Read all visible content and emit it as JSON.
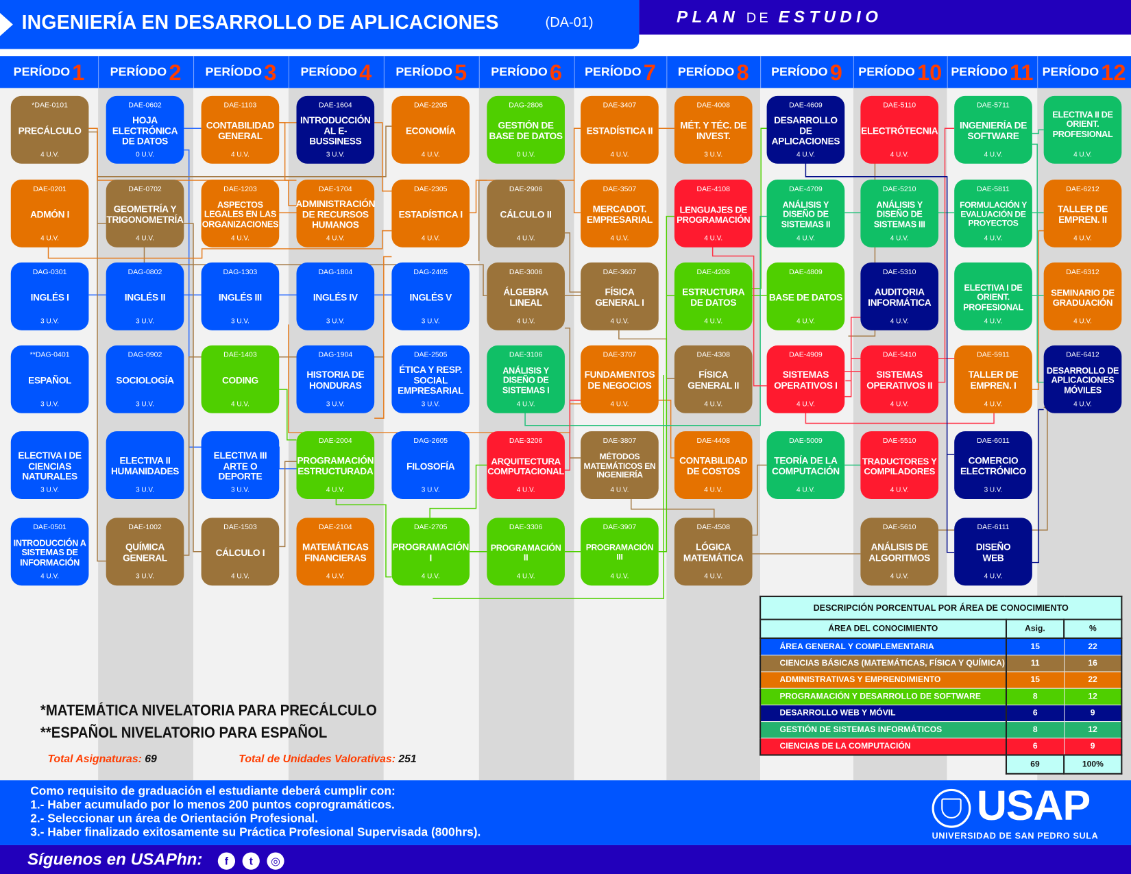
{
  "header": {
    "title": "INGENIERÍA EN DESARROLLO DE APLICACIONES",
    "code": "(DA-01)",
    "plan_word1": "PLAN",
    "plan_word2": "DE",
    "plan_word3": "ESTUDIO"
  },
  "colors": {
    "primary_blue": "#0055ff",
    "indigo": "#2200bb",
    "period_number": "#ff3d00",
    "general": "#0055ff",
    "basic_sciences": "#9b733a",
    "admin": "#e57200",
    "programming": "#4fcf00",
    "web_mobile": "#000b8a",
    "systems_mgmt": "#10bf66",
    "computer_science": "#ff1a2f"
  },
  "periods": [
    {
      "label": "PERÍODO",
      "number": "1"
    },
    {
      "label": "PERÍODO",
      "number": "2"
    },
    {
      "label": "PERÍODO",
      "number": "3"
    },
    {
      "label": "PERÍODO",
      "number": "4"
    },
    {
      "label": "PERÍODO",
      "number": "5"
    },
    {
      "label": "PERÍODO",
      "number": "6"
    },
    {
      "label": "PERÍODO",
      "number": "7"
    },
    {
      "label": "PERÍODO",
      "number": "8"
    },
    {
      "label": "PERÍODO",
      "number": "9"
    },
    {
      "label": "PERÍODO",
      "number": "10"
    },
    {
      "label": "PERÍODO",
      "number": "11"
    },
    {
      "label": "PERÍODO",
      "number": "12"
    }
  ],
  "courses": {
    "p1": [
      {
        "code": "*DAE-0101",
        "name": "PRECÁLCULO",
        "uv": "4 U.V."
      },
      {
        "code": "DAE-0201",
        "name": "ADMÓN I",
        "uv": "4 U.V."
      },
      {
        "code": "DAG-0301",
        "name": "INGLÉS I",
        "uv": "3 U.V."
      },
      {
        "code": "**DAG-0401",
        "name": "ESPAÑOL",
        "uv": "3 U.V."
      },
      {
        "code": "",
        "name": "ELECTIVA I DE CIENCIAS NATURALES",
        "uv": "3 U.V."
      },
      {
        "code": "DAE-0501",
        "name": "INTRODUCCIÓN A SISTEMAS DE INFORMACIÓN",
        "uv": "4 U.V."
      }
    ],
    "p2": [
      {
        "code": "DAE-0602",
        "name": "HOJA ELECTRÓNICA DE DATOS",
        "uv": "0 U.V."
      },
      {
        "code": "DAE-0702",
        "name": "GEOMETRÍA Y TRIGONOMETRÍA",
        "uv": "4 U.V."
      },
      {
        "code": "DAG-0802",
        "name": "INGLÉS II",
        "uv": "3 U.V."
      },
      {
        "code": "DAG-0902",
        "name": "SOCIOLOGÍA",
        "uv": "3 U.V."
      },
      {
        "code": "",
        "name": "ELECTIVA II HUMANIDADES",
        "uv": "3 U.V."
      },
      {
        "code": "DAE-1002",
        "name": "QUÍMICA GENERAL",
        "uv": "3 U.V."
      }
    ],
    "p3": [
      {
        "code": "DAE-1103",
        "name": "CONTABILIDAD GENERAL",
        "uv": "4 U.V."
      },
      {
        "code": "DAE-1203",
        "name": "ASPECTOS LEGALES EN LAS ORGANIZACIONES",
        "uv": "4 U.V."
      },
      {
        "code": "DAG-1303",
        "name": "INGLÉS III",
        "uv": "3 U.V."
      },
      {
        "code": "DAE-1403",
        "name": "CODING",
        "uv": "4 U.V."
      },
      {
        "code": "",
        "name": "ELECTIVA III ARTE O DEPORTE",
        "uv": "3 U.V."
      },
      {
        "code": "DAE-1503",
        "name": "CÁLCULO I",
        "uv": "4 U.V."
      }
    ],
    "p4": [
      {
        "code": "DAE-1604",
        "name": "INTRODUCCIÓN AL E-BUSSINESS",
        "uv": "3 U.V."
      },
      {
        "code": "DAE-1704",
        "name": "ADMINISTRACIÓN DE RECURSOS HUMANOS",
        "uv": "4 U.V."
      },
      {
        "code": "DAG-1804",
        "name": "INGLÉS IV",
        "uv": "3 U.V."
      },
      {
        "code": "DAG-1904",
        "name": "HISTORIA DE HONDURAS",
        "uv": "3 U.V."
      },
      {
        "code": "DAE-2004",
        "name": "PROGRAMACIÓN ESTRUCTURADA",
        "uv": "4 U.V."
      },
      {
        "code": "DAE-2104",
        "name": "MATEMÁTICAS FINANCIERAS",
        "uv": "4 U.V."
      }
    ],
    "p5": [
      {
        "code": "DAE-2205",
        "name": "ECONOMÍA",
        "uv": "4 U.V."
      },
      {
        "code": "DAE-2305",
        "name": "ESTADÍSTICA I",
        "uv": "4 U.V."
      },
      {
        "code": "DAG-2405",
        "name": "INGLÉS V",
        "uv": "3 U.V."
      },
      {
        "code": "DAE-2505",
        "name": "ÉTICA Y RESP. SOCIAL EMPRESARIAL",
        "uv": "3 U.V."
      },
      {
        "code": "DAG-2605",
        "name": "FILOSOFÍA",
        "uv": "3 U.V."
      },
      {
        "code": "DAE-2705",
        "name": "PROGRAMACIÓN I",
        "uv": "4 U.V."
      }
    ],
    "p6": [
      {
        "code": "DAG-2806",
        "name": "GESTIÓN DE BASE DE DATOS",
        "uv": "0 U.V."
      },
      {
        "code": "DAE-2906",
        "name": "CÁLCULO II",
        "uv": "4 U.V."
      },
      {
        "code": "DAE-3006",
        "name": "ÁLGEBRA LINEAL",
        "uv": "4 U.V."
      },
      {
        "code": "DAE-3106",
        "name": "ANÁLISIS Y DISEÑO DE SISTEMAS I",
        "uv": "4 U.V."
      },
      {
        "code": "DAE-3206",
        "name": "ARQUITECTURA COMPUTACIONAL",
        "uv": "4 U.V."
      },
      {
        "code": "DAE-3306",
        "name": "PROGRAMACIÓN II",
        "uv": "4 U.V."
      }
    ],
    "p7": [
      {
        "code": "DAE-3407",
        "name": "ESTADÍSTICA II",
        "uv": "4 U.V."
      },
      {
        "code": "DAE-3507",
        "name": "MERCADOT. EMPRESARIAL",
        "uv": "4 U.V."
      },
      {
        "code": "DAE-3607",
        "name": "FÍSICA GENERAL I",
        "uv": "4 U.V."
      },
      {
        "code": "DAE-3707",
        "name": "FUNDAMENTOS DE NEGOCIOS",
        "uv": "4 U.V."
      },
      {
        "code": "DAE-3807",
        "name": "MÉTODOS MATEMÁTICOS EN INGENIERÍA",
        "uv": "4 U.V."
      },
      {
        "code": "DAE-3907",
        "name": "PROGRAMACIÓN III",
        "uv": "4 U.V."
      }
    ],
    "p8": [
      {
        "code": "DAE-4008",
        "name": "MÉT. Y TÉC. DE INVEST.",
        "uv": "3 U.V."
      },
      {
        "code": "DAE-4108",
        "name": "LENGUAJES DE PROGRAMACIÓN",
        "uv": "4 U.V."
      },
      {
        "code": "DAE-4208",
        "name": "ESTRUCTURA DE DATOS",
        "uv": "4 U.V."
      },
      {
        "code": "DAE-4308",
        "name": "FÍSICA GENERAL II",
        "uv": "4 U.V."
      },
      {
        "code": "DAE-4408",
        "name": "CONTABILIDAD DE COSTOS",
        "uv": "4 U.V."
      },
      {
        "code": "DAE-4508",
        "name": "LÓGICA MATEMÁTICA",
        "uv": "4 U.V."
      }
    ],
    "p9": [
      {
        "code": "DAE-4609",
        "name": "DESARROLLO DE APLICACIONES",
        "uv": "4 U.V."
      },
      {
        "code": "DAE-4709",
        "name": "ANÁLISIS Y DISEÑO DE SISTEMAS II",
        "uv": "4 U.V."
      },
      {
        "code": "DAE-4809",
        "name": "BASE DE DATOS",
        "uv": "4 U.V."
      },
      {
        "code": "DAE-4909",
        "name": "SISTEMAS OPERATIVOS I",
        "uv": "4 U.V."
      },
      {
        "code": "DAE-5009",
        "name": "TEORÍA DE LA COMPUTACIÓN",
        "uv": "4 U.V."
      }
    ],
    "p10": [
      {
        "code": "DAE-5110",
        "name": "ELECTRÓTECNIA",
        "uv": "4 U.V."
      },
      {
        "code": "DAE-5210",
        "name": "ANÁLISIS Y DISEÑO DE SISTEMAS III",
        "uv": "4 U.V."
      },
      {
        "code": "DAE-5310",
        "name": "AUDITORIA INFORMÁTICA",
        "uv": "4 U.V."
      },
      {
        "code": "DAE-5410",
        "name": "SISTEMAS OPERATIVOS II",
        "uv": "4 U.V."
      },
      {
        "code": "DAE-5510",
        "name": "TRADUCTORES Y COMPILADORES",
        "uv": "4 U.V."
      },
      {
        "code": "DAE-5610",
        "name": "ANÁLISIS DE ALGORITMOS",
        "uv": "4 U.V."
      }
    ],
    "p11": [
      {
        "code": "DAE-5711",
        "name": "INGENIERÍA DE SOFTWARE",
        "uv": "4 U.V."
      },
      {
        "code": "DAE-5811",
        "name": "FORMULACIÓN Y EVALUACIÓN DE PROYECTOS",
        "uv": "4 U.V."
      },
      {
        "code": "",
        "name": "ELECTIVA I DE ORIENT. PROFESIONAL",
        "uv": "4 U.V."
      },
      {
        "code": "DAE-5911",
        "name": "TALLER DE EMPREN. I",
        "uv": "4 U.V."
      },
      {
        "code": "DAE-6011",
        "name": "COMERCIO ELECTRÓNICO",
        "uv": "3 U.V."
      },
      {
        "code": "DAE-6111",
        "name": "DISEÑO WEB",
        "uv": "4 U.V."
      }
    ],
    "p12": [
      {
        "code": "",
        "name": "ELECTIVA II DE ORIENT. PROFESIONAL",
        "uv": "4 U.V."
      },
      {
        "code": "DAE-6212",
        "name": "TALLER DE EMPREN. II",
        "uv": "4 U.V."
      },
      {
        "code": "DAE-6312",
        "name": "SEMINARIO DE GRADUACIÓN",
        "uv": "4 U.V."
      },
      {
        "code": "DAE-6412",
        "name": "DESARROLLO DE APLICACIONES MÓVILES",
        "uv": "4 U.V."
      }
    ]
  },
  "notes": {
    "note1": "*MATEMÁTICA NIVELATORIA PARA PRECÁLCULO",
    "note2": "**ESPAÑOL NIVELATORIO PARA ESPAÑOL"
  },
  "totals": {
    "subjects_label": "Total Asignaturas:",
    "subjects_value": "69",
    "uv_label": "Total de Unidades Valorativas:",
    "uv_value": "251"
  },
  "area_table": {
    "title": "DESCRIPCIÓN PORCENTUAL POR ÁREA DE CONOCIMIENTO",
    "headers": [
      "ÁREA DEL CONOCIMIENTO",
      "Asig.",
      "%"
    ],
    "rows": [
      {
        "area": "ÁREA GENERAL Y COMPLEMENTARIA",
        "asig": "15",
        "pct": "22",
        "color": "#0055ff"
      },
      {
        "area": "CIENCIAS BÁSICAS (MATEMÁTICAS, FÍSICA Y QUÍMICA)",
        "asig": "11",
        "pct": "16",
        "color": "#9b733a"
      },
      {
        "area": "ADMINISTRATIVAS Y EMPRENDIMIENTO",
        "asig": "15",
        "pct": "22",
        "color": "#e57200"
      },
      {
        "area": "PROGRAMACIÓN Y DESARROLLO DE SOFTWARE",
        "asig": "8",
        "pct": "12",
        "color": "#4fcf00"
      },
      {
        "area": "DESARROLLO WEB Y MÓVIL",
        "asig": "6",
        "pct": "9",
        "color": "#000b8a"
      },
      {
        "area": "GESTIÓN DE SISTEMAS INFORMÁTICOS",
        "asig": "8",
        "pct": "12",
        "color": "#25b36e"
      },
      {
        "area": "CIENCIAS DE LA COMPUTACIÓN",
        "asig": "6",
        "pct": "9",
        "color": "#ff1a2f"
      }
    ],
    "total_asig": "69",
    "total_pct": "100%"
  },
  "footer": {
    "requirements": [
      "Como requisito de graduación el estudiante deberá cumplir con:",
      "1.- Haber acumulado por lo menos 200 puntos coprogramáticos.",
      "2.- Seleccionar un área de Orientación Profesional.",
      "3.- Haber finalizado exitosamente su Práctica Profesional Supervisada (800hrs)."
    ],
    "follow": "Síguenos en USAPhn:",
    "social": {
      "facebook": "f",
      "twitter": "t",
      "instagram": "◎"
    },
    "logo_word": "USAP",
    "logo_sub": "UNIVERSIDAD DE SAN PEDRO SULA"
  }
}
